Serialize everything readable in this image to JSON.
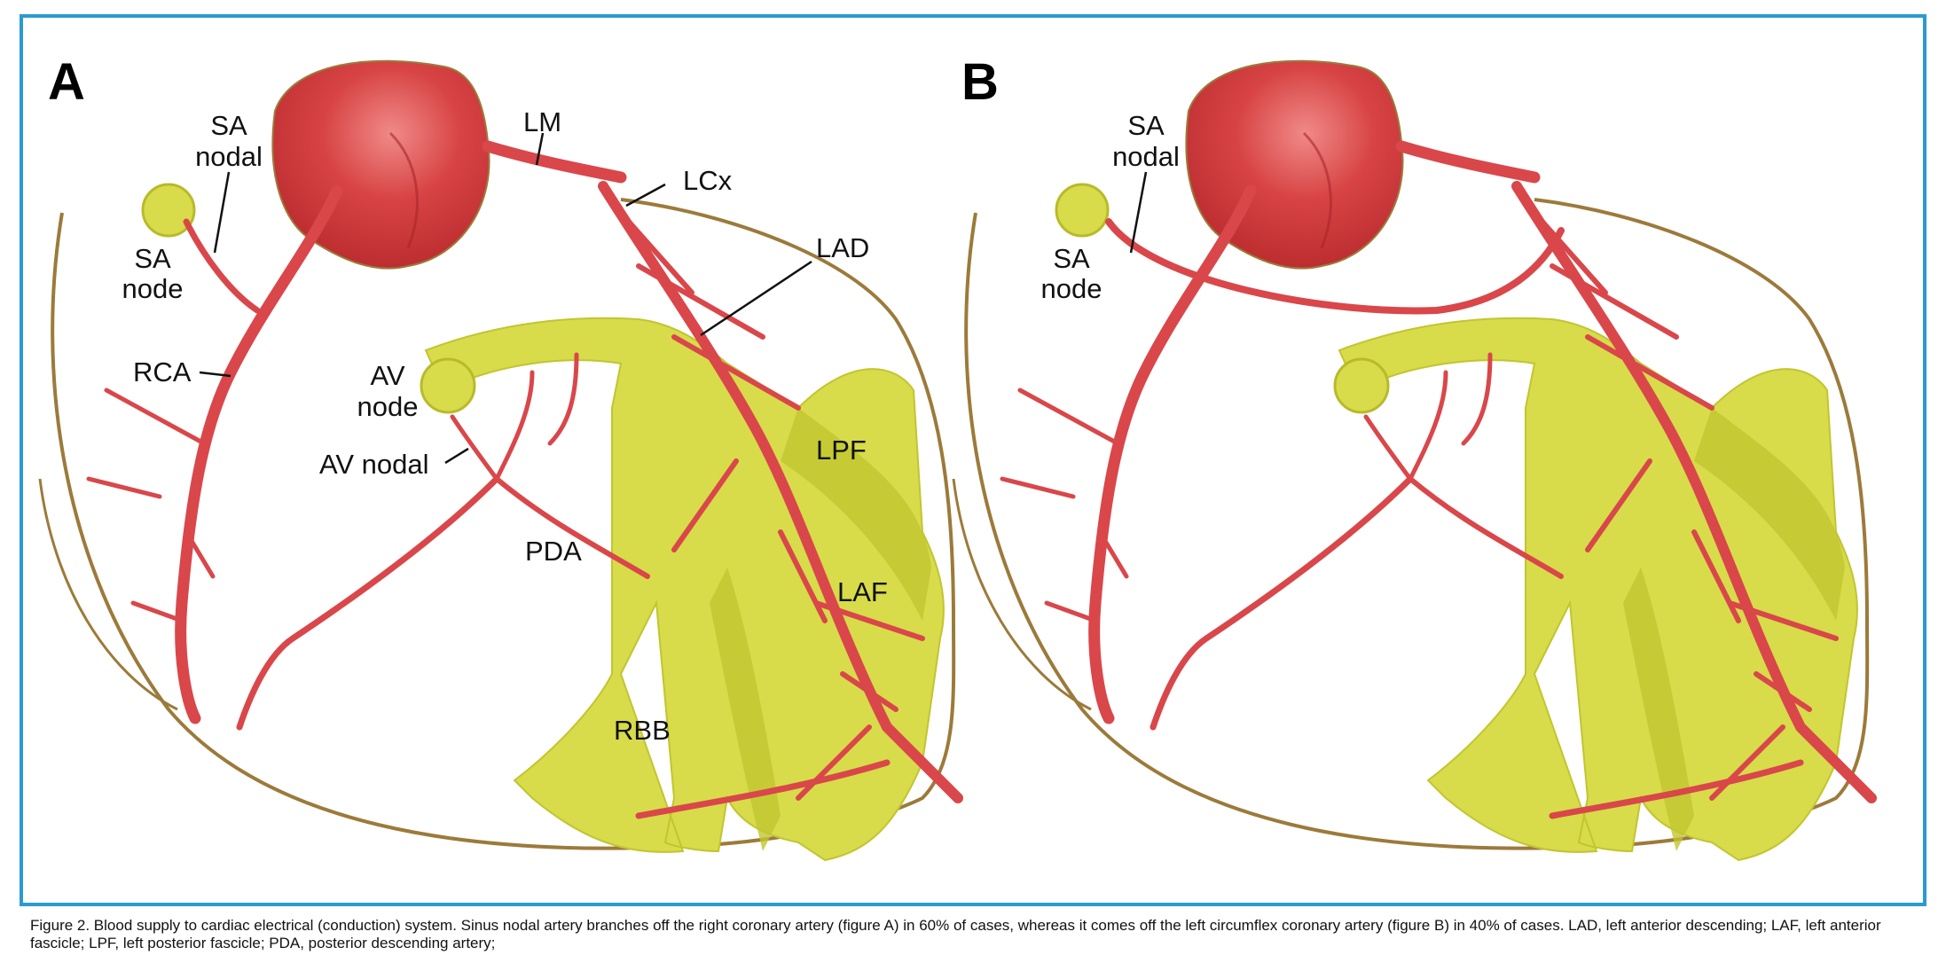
{
  "panels": {
    "a": {
      "letter": "A",
      "labels": {
        "sa_nodal_1": "SA",
        "sa_nodal_2": "nodal",
        "sa_node_1": "SA",
        "sa_node_2": "node",
        "lm": "LM",
        "lcx": "LCx",
        "lad": "LAD",
        "rca": "RCA",
        "av_node_1": "AV",
        "av_node_2": "node",
        "av_nodal": "AV nodal",
        "lpf": "LPF",
        "pda": "PDA",
        "laf": "LAF",
        "rbb": "RBB"
      }
    },
    "b": {
      "letter": "B",
      "labels": {
        "sa_nodal_1": "SA",
        "sa_nodal_2": "nodal",
        "sa_node_1": "SA",
        "sa_node_2": "node"
      }
    }
  },
  "caption": "Figure 2. Blood supply to cardiac electrical (conduction) system. Sinus nodal artery branches off the right coronary artery (figure A) in 60% of cases, whereas it comes off the left circumflex coronary artery (figure B) in 40% of cases. LAD, left anterior descending; LAF, left anterior fascicle; LPF, left posterior fascicle; PDA, posterior descending artery;",
  "colors": {
    "border": "#2b9ad2",
    "artery": "#d9474a",
    "artery_dark": "#b8282c",
    "conduction": "#d8db4a",
    "conduction_dark": "#c2c530",
    "heart_outline": "#9c7a3a",
    "outline": "#8a7a2a"
  },
  "icons": [
    "aorta-icon",
    "sa-node-icon",
    "av-node-icon"
  ]
}
